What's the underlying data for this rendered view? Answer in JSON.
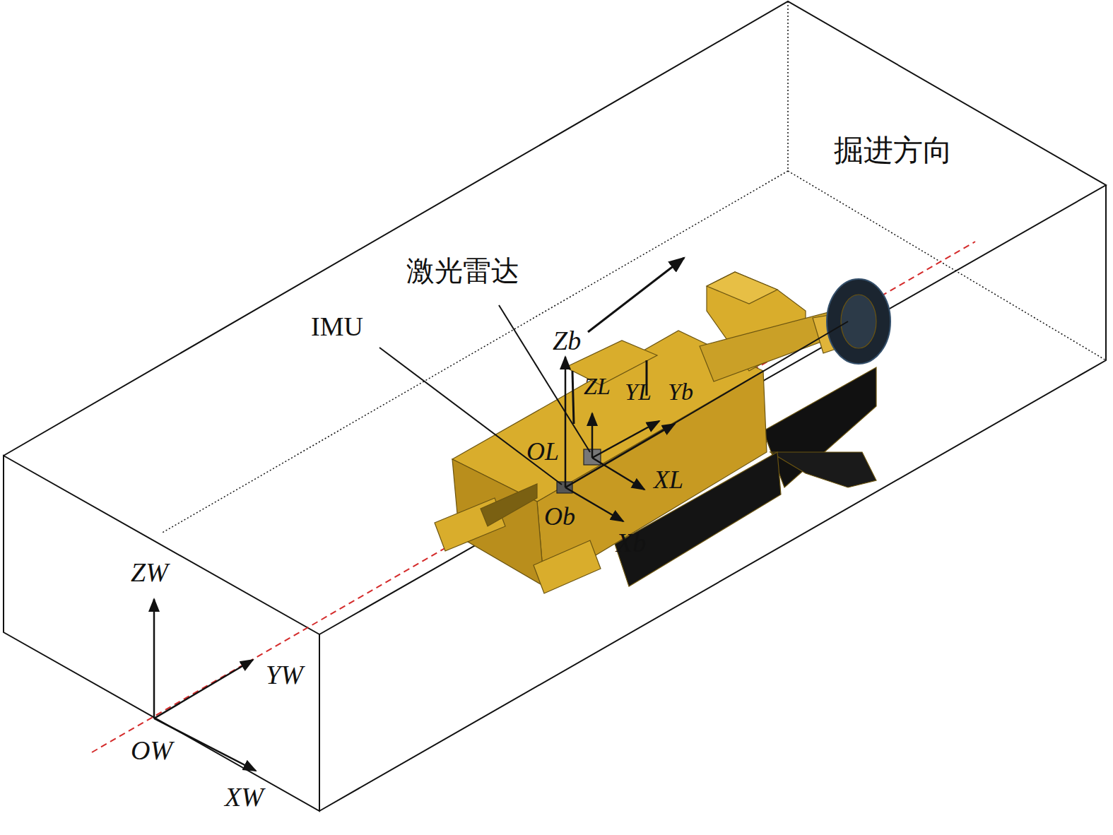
{
  "diagram": {
    "labels": [
      "掘进方向",
      "激光雷达",
      "IMU",
      "Zb",
      "ZL",
      "YL",
      "Yb",
      "OL",
      "XL",
      "Ob",
      "Xb",
      "ZW",
      "YW",
      "OW",
      "XW"
    ]
  }
}
